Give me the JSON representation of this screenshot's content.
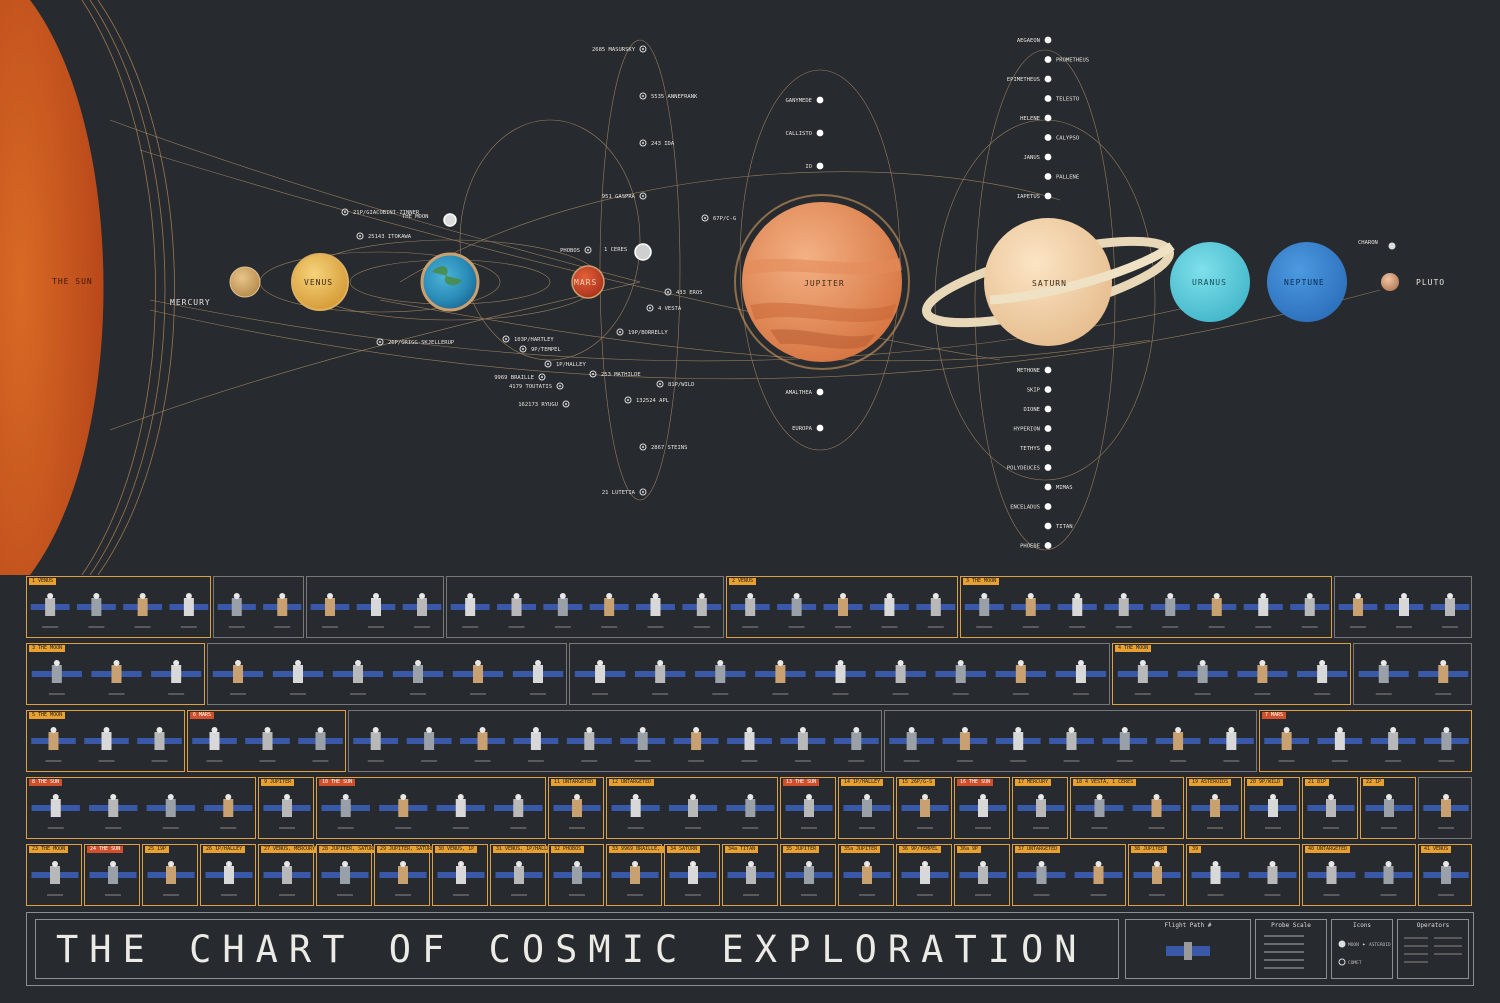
{
  "title": "THE CHART OF COSMIC EXPLORATION",
  "bodies": {
    "sun": "THE SUN",
    "mercury": "MERCURY",
    "venus": "VENUS",
    "earth_moon": "THE MOON",
    "mars": "MARS",
    "ceres": "1 CERES",
    "jupiter": "JUPITER",
    "saturn": "SATURN",
    "uranus": "URANUS",
    "neptune": "NEPTUNE",
    "pluto": "PLUTO",
    "charon": "CHARON"
  },
  "small_bodies": [
    {
      "name": "2685 MASURSKY",
      "side": "l"
    },
    {
      "name": "5535 ANNEFRANK",
      "side": "r"
    },
    {
      "name": "243 IDA",
      "side": "r"
    },
    {
      "name": "951 GASPRA",
      "side": "l"
    },
    {
      "name": "67P/C-G",
      "side": "r"
    },
    {
      "name": "21P/GIACOBINI-ZINNER",
      "side": "r"
    },
    {
      "name": "25143 ITOKAWA",
      "side": "r"
    },
    {
      "name": "PHOBOS",
      "side": "l"
    },
    {
      "name": "433 EROS",
      "side": "r"
    },
    {
      "name": "4 VESTA",
      "side": "r"
    },
    {
      "name": "19P/BORRELLY",
      "side": "r"
    },
    {
      "name": "103P/HARTLEY",
      "side": "r"
    },
    {
      "name": "9P/TEMPEL",
      "side": "r"
    },
    {
      "name": "1P/HALLEY",
      "side": "r"
    },
    {
      "name": "26P/GRIGG-SKJELLERUP",
      "side": "r"
    },
    {
      "name": "9969 BRAILLE",
      "side": "l"
    },
    {
      "name": "4179 TOUTATIS",
      "side": "l"
    },
    {
      "name": "162173 RYUGU",
      "side": "l"
    },
    {
      "name": "253 MATHILDE",
      "side": "r"
    },
    {
      "name": "81P/WILD",
      "side": "r"
    },
    {
      "name": "132524 APL",
      "side": "r"
    },
    {
      "name": "2867 STEINS",
      "side": "r"
    },
    {
      "name": "21 LUTETIA",
      "side": "l"
    }
  ],
  "jupiter_moons": [
    "GANYMEDE",
    "CALLISTO",
    "IO",
    "AMALTHEA",
    "EUROPA"
  ],
  "saturn_moons_upper": [
    "AEGAEON",
    "PROMETHEUS",
    "EPIMETHEUS",
    "TELESTO",
    "HELENE",
    "CALYPSO",
    "JANUS",
    "PALLENE",
    "IAPETUS"
  ],
  "saturn_moons_lower": [
    "METHONE",
    "SKIP",
    "DIONE",
    "HYPERION",
    "TETHYS",
    "POLYDEUCES",
    "MIMAS",
    "ENCELADUS",
    "TITAN",
    "PHOEBE"
  ],
  "probe_rows": [
    {
      "panels": [
        {
          "tag": "1 VENUS",
          "n": 4
        },
        {
          "tag": "",
          "n": 2
        },
        {
          "tag": "",
          "n": 3
        },
        {
          "tag": "",
          "n": 6
        },
        {
          "tag": "2 VENUS",
          "n": 5
        },
        {
          "tag": "3 THE MOON",
          "n": 8
        },
        {
          "tag": "",
          "n": 3
        }
      ]
    },
    {
      "panels": [
        {
          "tag": "3 THE MOON",
          "n": 3
        },
        {
          "tag": "",
          "n": 6
        },
        {
          "tag": "",
          "n": 9
        },
        {
          "tag": "4 THE MOON",
          "n": 4
        },
        {
          "tag": "",
          "n": 2
        }
      ]
    },
    {
      "panels": [
        {
          "tag": "5 THE MOON",
          "n": 3
        },
        {
          "tag": "6 MARS",
          "n": 3
        },
        {
          "tag": "",
          "n": 10
        },
        {
          "tag": "",
          "n": 7
        },
        {
          "tag": "7 MARS",
          "n": 4
        }
      ]
    },
    {
      "panels": [
        {
          "tag": "8 THE SUN",
          "n": 4
        },
        {
          "tag": "9 JUPITER",
          "n": 1
        },
        {
          "tag": "10 THE SUN",
          "n": 4
        },
        {
          "tag": "11 UNTARGETED",
          "n": 1
        },
        {
          "tag": "12 UNTARGETED",
          "n": 3
        },
        {
          "tag": "13 THE SUN",
          "n": 1
        },
        {
          "tag": "14 1P/HALLEY",
          "n": 1
        },
        {
          "tag": "15 26P/G-S",
          "n": 1
        },
        {
          "tag": "16 THE SUN",
          "n": 1
        },
        {
          "tag": "17 MERCURY",
          "n": 1
        },
        {
          "tag": "18 4 VESTA, 1 CERES",
          "n": 2
        },
        {
          "tag": "19 ASTEROIDS",
          "n": 1
        },
        {
          "tag": "20 9P/WILD",
          "n": 1
        },
        {
          "tag": "21 81P",
          "n": 1
        },
        {
          "tag": "22 1P",
          "n": 1
        },
        {
          "tag": "",
          "n": 1
        }
      ]
    },
    {
      "panels": [
        {
          "tag": "23 THE MOON",
          "n": 1
        },
        {
          "tag": "24 THE SUN",
          "n": 1
        },
        {
          "tag": "25 19P",
          "n": 1
        },
        {
          "tag": "26 1P/HALLEY",
          "n": 1
        },
        {
          "tag": "27 VENUS, MERCURY",
          "n": 1
        },
        {
          "tag": "28 JUPITER, SATURN",
          "n": 1
        },
        {
          "tag": "29 JUPITER, SATURN, TITAN",
          "n": 1
        },
        {
          "tag": "30 VENUS, 1P",
          "n": 1
        },
        {
          "tag": "31 VENUS, 1P/HALLEY",
          "n": 1
        },
        {
          "tag": "32 PHOBOS",
          "n": 1
        },
        {
          "tag": "33 9969 BRAILLE, 19P",
          "n": 1
        },
        {
          "tag": "34 SATURN",
          "n": 1
        },
        {
          "tag": "34a TITAN",
          "n": 1
        },
        {
          "tag": "35 JUPITER",
          "n": 1
        },
        {
          "tag": "35a JUPITER",
          "n": 1
        },
        {
          "tag": "36 9P/TEMPEL",
          "n": 1
        },
        {
          "tag": "36a 9P",
          "n": 1
        },
        {
          "tag": "37 UNTARGETED",
          "n": 2
        },
        {
          "tag": "38 JUPITER",
          "n": 1
        },
        {
          "tag": "39",
          "n": 2
        },
        {
          "tag": "40 UNTARGETED",
          "n": 2
        },
        {
          "tag": "41 VENUS",
          "n": 1
        }
      ]
    }
  ],
  "legend": {
    "flight_path": "Flight Path #",
    "scale": "Probe Scale",
    "icons": "Icons",
    "operators": "Operators",
    "icon_moon": "MOON",
    "icon_asteroid": "ASTEROID",
    "icon_comet": "COMET"
  },
  "colors": {
    "background": "#272b2f",
    "sun": "#c9591f",
    "orbit": "#b98a55",
    "accent": "#e8a030",
    "panel_border": "#777777",
    "solar_panel": "#3a58a8"
  }
}
